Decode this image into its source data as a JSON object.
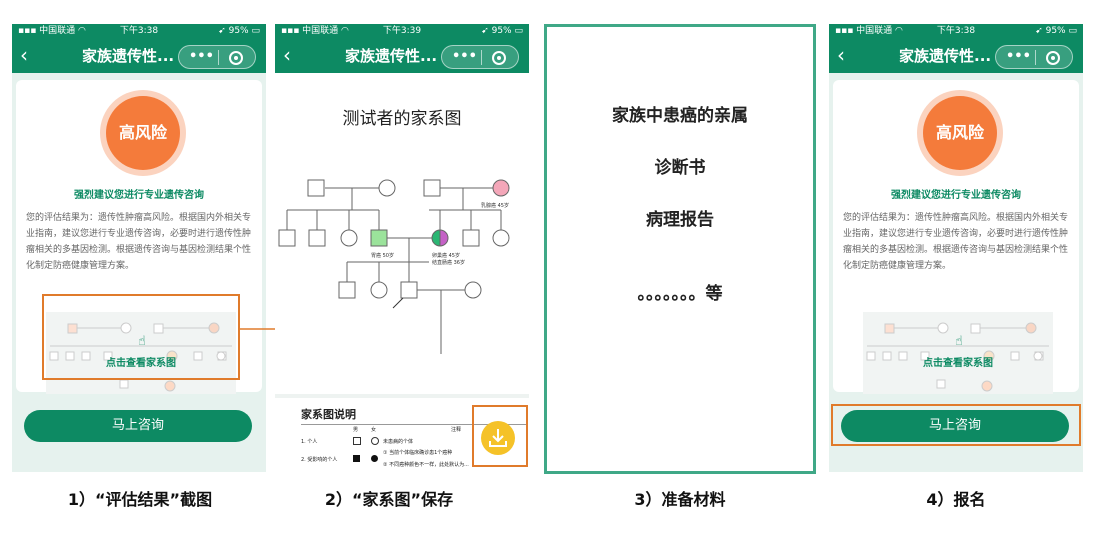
{
  "status_bar": {
    "carrier": "中国联通",
    "time_1": "下午3:38",
    "time_2": "下午3:39",
    "time_4": "下午3:38",
    "battery": "95%"
  },
  "nav": {
    "title": "家族遗传性..."
  },
  "result": {
    "risk_label": "高风险",
    "suggestion": "强烈建议您进行专业遗传咨询",
    "body": "您的评估结果为：遗传性肿瘤高风险。根据国内外相关专业指南，建议您进行专业遗传咨询，必要时进行遗传性肿瘤相关的多基因检测。根据遗传咨询与基因检测结果个性化制定防癌健康管理方案。",
    "view_pedigree": "点击查看家系图",
    "consult_button": "马上咨询"
  },
  "pedigree": {
    "title": "测试者的家系图",
    "labels": {
      "breast": "乳腺癌 45岁",
      "gastric": "胃癌 50岁",
      "ovary": "卵巢癌 45岁",
      "colon": "结直肠癌 36岁"
    },
    "legend_title": "家系图说明",
    "legend_headers": [
      "男",
      "女",
      "注释"
    ],
    "legend_rows": [
      {
        "label": "1. 个人",
        "note": "未患病的个体"
      },
      {
        "label": "2. 受影响的个人",
        "note1": "① 当前个体临床确诊患1个癌种",
        "note2": "② 不同癌种颜色不一样，此处默认为..."
      }
    ]
  },
  "materials": {
    "line1": "家族中患癌的亲属",
    "line2": "诊断书",
    "line3": "病理报告",
    "line4": "。。。。。。。等"
  },
  "captions": [
    "1）“评估结果”截图",
    "2）“家系图”保存",
    "3）准备材料",
    "4）报名"
  ],
  "colors": {
    "brand_green": "#0d8a63",
    "risk_orange": "#f47b3b",
    "highlight_orange": "#e07b2b",
    "download_yellow": "#f5c228"
  }
}
